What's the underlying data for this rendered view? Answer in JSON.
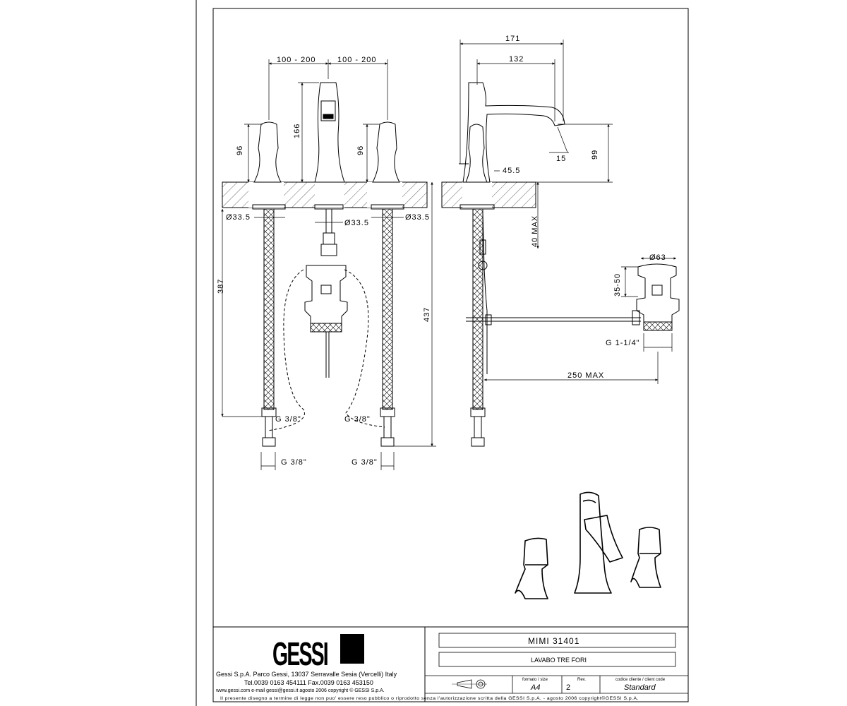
{
  "drawing": {
    "dimensions": {
      "spacing_left": "100 - 200",
      "spacing_right": "100 - 200",
      "handle_height_left": "96",
      "handle_height_right": "96",
      "spout_height": "166",
      "dia_left": "Ø33.5",
      "dia_center": "Ø33.5",
      "dia_right": "Ø33.5",
      "hose_left_len": "387",
      "hose_right_len": "437",
      "g_left_inlet": "G 3/8\"",
      "g_center_inlet": "G 3/8\"",
      "g_left_bottom": "G 3/8\"",
      "g_right_bottom": "G 3/8\"",
      "reach_total": "171",
      "reach_spout": "132",
      "spout_angle": "15",
      "outlet_height": "99",
      "lever_clearance": "45.5",
      "deck_max": "40 MAX",
      "waste_dia": "Ø63",
      "waste_height": "35-50",
      "waste_thread": "G 1-1/4\"",
      "rod_max": "250 MAX"
    }
  },
  "title_block": {
    "brand": "GESSI",
    "address": "Gessi S.p.A. Parco Gessi, 13037 Serravalle Sesia (Vercelli) Italy",
    "phone": "Tel.0039 0163 454111 Fax.0039 0163 453150",
    "web": "www.gessi.com e-mail gessi@gessi.it agosto 2006 copyright © GESSI S.p.A.",
    "product_name": "MIMI 31401",
    "product_desc": "LAVABO TRE FORI",
    "format_label": "formato / size",
    "format_value": "A4",
    "rev_label": "Rev.",
    "rev_value": "2",
    "client_label": "codice cliente / client code",
    "client_value": "Standard",
    "disclaimer": "Il presente disegno a termine di legge non puo' essere reso pubblico o riprodotto senza l'autorizzazione scritta della GESSI S.p.A. - agosto 2006 copyright©GESSI S.p.A."
  }
}
